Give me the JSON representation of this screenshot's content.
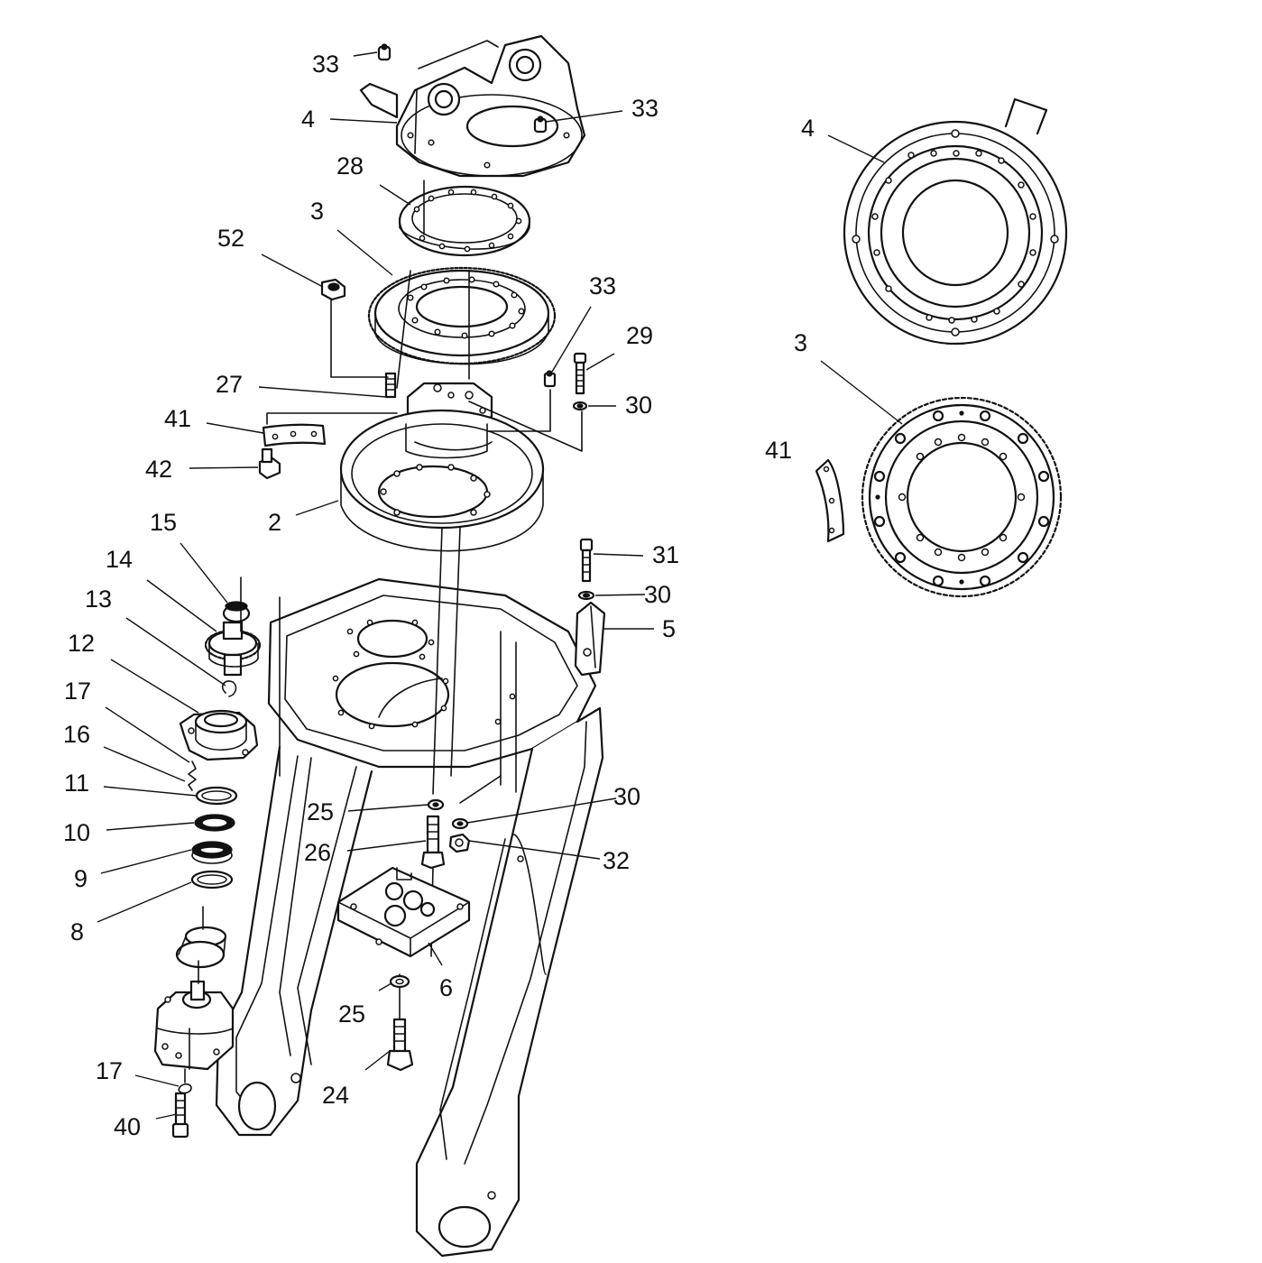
{
  "labels": [
    {
      "id": "l33a",
      "text": "33"
    },
    {
      "id": "l4a",
      "text": "4"
    },
    {
      "id": "l33b",
      "text": "33"
    },
    {
      "id": "l28",
      "text": "28"
    },
    {
      "id": "l3a",
      "text": "3"
    },
    {
      "id": "l52",
      "text": "52"
    },
    {
      "id": "l33c",
      "text": "33"
    },
    {
      "id": "l29",
      "text": "29"
    },
    {
      "id": "l27",
      "text": "27"
    },
    {
      "id": "l30a",
      "text": "30"
    },
    {
      "id": "l41a",
      "text": "41"
    },
    {
      "id": "l42",
      "text": "42"
    },
    {
      "id": "l2",
      "text": "2"
    },
    {
      "id": "l15",
      "text": "15"
    },
    {
      "id": "l31",
      "text": "31"
    },
    {
      "id": "l14",
      "text": "14"
    },
    {
      "id": "l30b",
      "text": "30"
    },
    {
      "id": "l13",
      "text": "13"
    },
    {
      "id": "l5",
      "text": "5"
    },
    {
      "id": "l12",
      "text": "12"
    },
    {
      "id": "l17a",
      "text": "17"
    },
    {
      "id": "l16",
      "text": "16"
    },
    {
      "id": "l11",
      "text": "11"
    },
    {
      "id": "l30c",
      "text": "30"
    },
    {
      "id": "l25a",
      "text": "25"
    },
    {
      "id": "l10",
      "text": "10"
    },
    {
      "id": "l26",
      "text": "26"
    },
    {
      "id": "l32",
      "text": "32"
    },
    {
      "id": "l9",
      "text": "9"
    },
    {
      "id": "l8",
      "text": "8"
    },
    {
      "id": "l6",
      "text": "6"
    },
    {
      "id": "l25b",
      "text": "25"
    },
    {
      "id": "l17b",
      "text": "17"
    },
    {
      "id": "l24",
      "text": "24"
    },
    {
      "id": "l40",
      "text": "40"
    },
    {
      "id": "l4b",
      "text": "4"
    },
    {
      "id": "l3b",
      "text": "3"
    },
    {
      "id": "l41b",
      "text": "41"
    }
  ]
}
